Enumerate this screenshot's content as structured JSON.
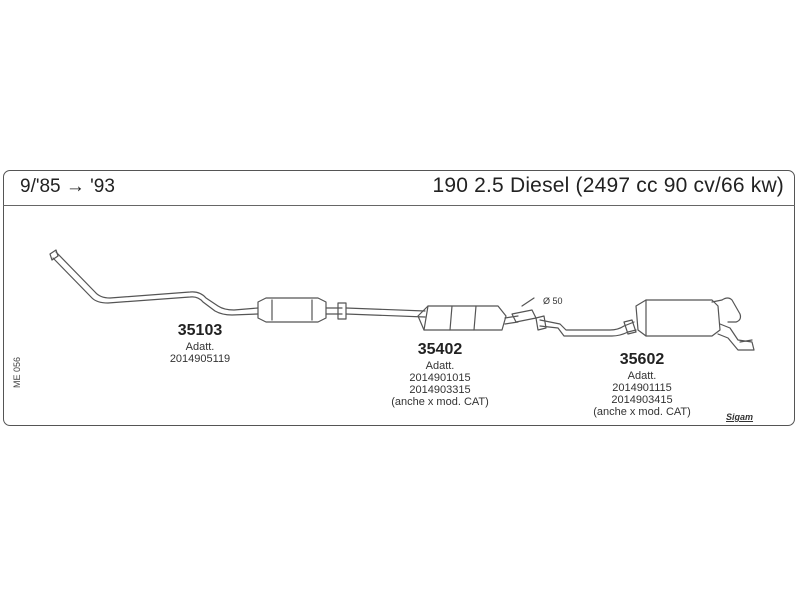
{
  "header": {
    "date_range": "9/'85 → '93",
    "model": "190 2.5 Diesel (2497 cc 90 cv/66 kw)"
  },
  "parts": [
    {
      "number": "35103",
      "fit_label": "Adatt.",
      "codes": [
        "2014905119"
      ],
      "note": ""
    },
    {
      "number": "35402",
      "fit_label": "Adatt.",
      "codes": [
        "2014901015",
        "2014903315"
      ],
      "note": "(anche x mod. CAT)"
    },
    {
      "number": "35602",
      "fit_label": "Adatt.",
      "codes": [
        "2014901115",
        "2014903415"
      ],
      "note": "(anche x mod. CAT)"
    }
  ],
  "pipe_diameter": "Ø 50",
  "reference_code": "ME 056",
  "brand": "Sigam"
}
